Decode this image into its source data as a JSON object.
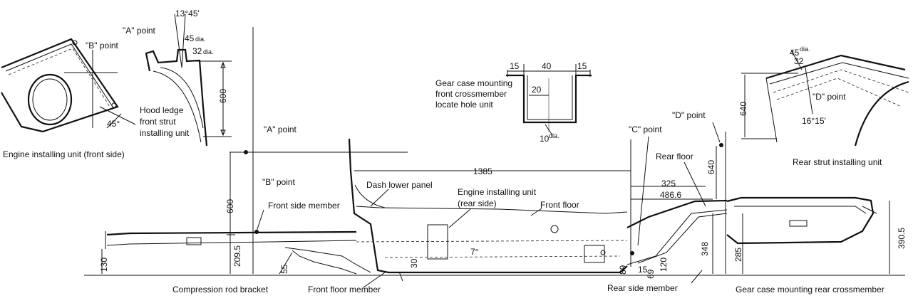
{
  "labels": {
    "engine_front": "Engine installing unit (front side)",
    "hood_ledge_1": "Hood ledge",
    "hood_ledge_2": "front strut",
    "hood_ledge_3": "installing unit",
    "gear_front_1": "Gear case mounting",
    "gear_front_2": "front crossmember",
    "gear_front_3": "locate hole unit",
    "rear_strut": "Rear strut installing unit",
    "a_point_1": "\"A\" point",
    "a_point_2": "\"A\" point",
    "b_point_1": "\"B\" point",
    "b_point_2": "\"B\" point",
    "c_point": "\"C\" point",
    "d_point_1": "\"D\" point",
    "d_point_2": "\"D\" point",
    "rear_floor": "Rear floor",
    "dash_lower": "Dash lower panel",
    "engine_rear_1": "Engine installing unit",
    "engine_rear_2": "(rear side)",
    "front_floor": "Front floor",
    "front_side_member": "Front side member",
    "compression_rod": "Compression rod bracket",
    "front_floor_member": "Front floor member",
    "rear_side_member": "Rear side member",
    "gear_rear": "Gear case mounting rear crossmember"
  },
  "dims": {
    "d13_45": "13°45'",
    "d45dia": "45",
    "d32dia": "32",
    "dia": "dia.",
    "d600_top": "600",
    "d45deg": "45°",
    "d15a": "15",
    "d40": "40",
    "d15b": "15",
    "d20": "20",
    "d10dia": "10",
    "d45dia_r": "45",
    "d32_r": "32",
    "d640_top": "640",
    "d16_15": "16°15'",
    "d1385": "1385",
    "d325": "325",
    "d486_6": "486.6",
    "d640": "640",
    "d600": "600",
    "d130": "130",
    "d209_5": "209.5",
    "d55": "55",
    "d7deg": "7°",
    "d30": "30",
    "d89": "89",
    "d15c": "15",
    "d69": "69",
    "d120": "120",
    "d348": "348",
    "d285": "285",
    "d390_5": "390.5"
  }
}
